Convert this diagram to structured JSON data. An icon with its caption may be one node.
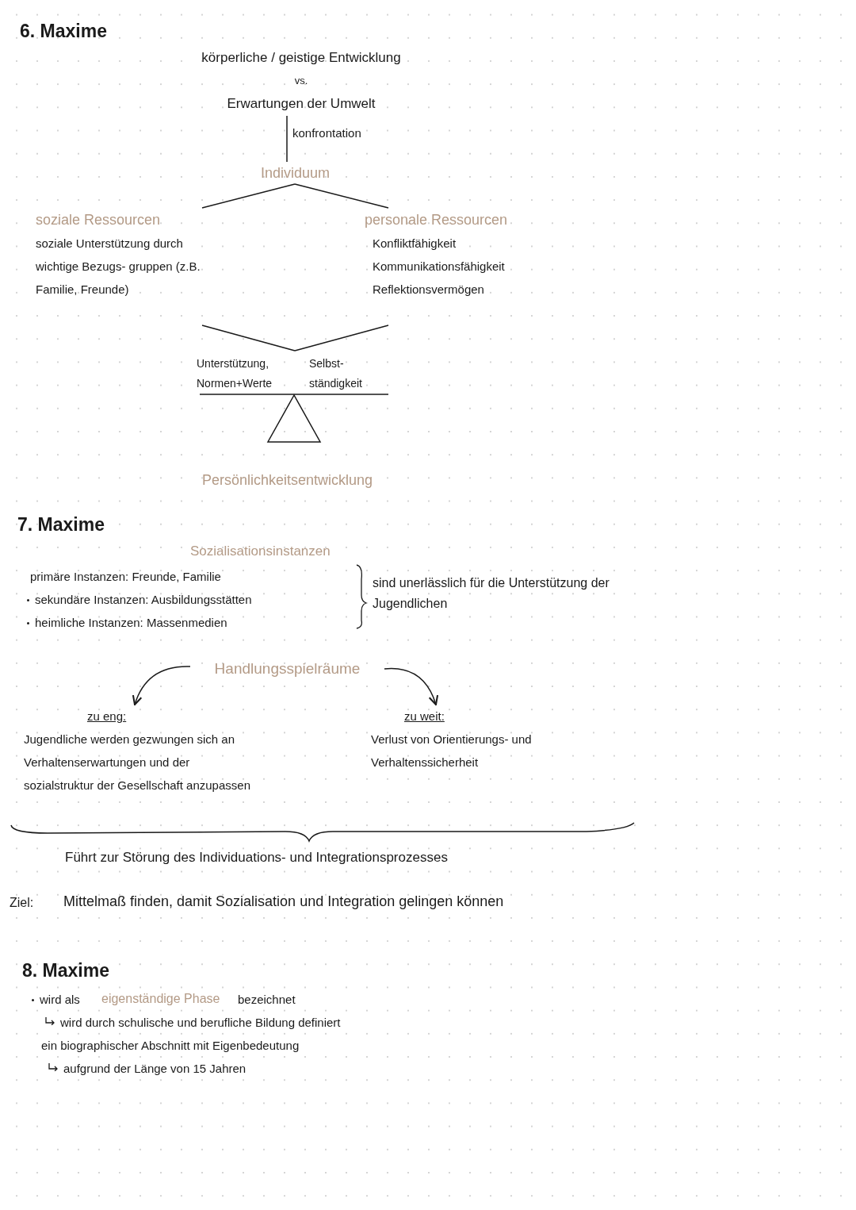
{
  "diagram": {
    "nodes": [
      {
        "text": [
          "körperliche / geistige Entwicklung",
          "vs.",
          "Erwartungen der Umwelt"
        ]
      },
      {
        "text": [
          "Individuum"
        ]
      },
      {
        "text": [
          "soziale Ressourcen",
          "soziale Unterstützung durch wichtige Bezugs- gruppen (z.B. Familie, Freunde)"
        ]
      },
      {
        "text": [
          "personale Ressourcen",
          "Konfliktfähigkeit",
          "Kommunikationsfähigkeit",
          "Reflektionsvermögen"
        ]
      },
      {
        "text": [
          "Unterstützung, Normen+Werte",
          "Selbst- ständigkeit"
        ]
      },
      {
        "text": [
          "Handlungsspielräume"
        ]
      },
      {
        "text": [
          "zu eng:",
          "Jugendliche werden gezwungen sich an Verhaltenserwartungen und der sozialstruktur der Gesellschaft anzupassen"
        ]
      },
      {
        "text": [
          "zu weit:",
          "Verlust von Orientierungs- und Verhaltenssicherheit"
        ]
      }
    ],
    "edges": [
      {
        "from": 0,
        "to": 1,
        "arrow": "none",
        "label": "konfrontation"
      },
      {
        "from": 1,
        "to": 2,
        "arrow": "none"
      },
      {
        "from": 1,
        "to": 3,
        "arrow": "none"
      },
      {
        "from": 2,
        "to": 4,
        "arrow": "none"
      },
      {
        "from": 3,
        "to": 4,
        "arrow": "none"
      },
      {
        "from": 5,
        "to": 6,
        "arrow": "to"
      },
      {
        "from": 5,
        "to": 7,
        "arrow": "to"
      }
    ],
    "labels": [
      "6. Maxime",
      "Persönlichkeitsentwicklung",
      "7. Maxime",
      "Sozialisationsinstanzen",
      "primäre Instanzen: Freunde, Familie",
      "sekundäre Instanzen: Ausbildungsstätten",
      "heimliche Instanzen: Massenmedien",
      "sind unerlässlich für die Unterstützung der Jugendlichen",
      "Führt zur Störung des Individuations- und Integrationsprozesses",
      "Ziel:",
      "Mittelmaß finden, damit Sozialisation und Integration gelingen können",
      "8. Maxime",
      "wird als",
      "eigenständige Phase",
      "bezeichnet",
      "wird durch schulische und berufliche Bildung definiert",
      "ein biographischer Abschnitt mit Eigenbedeutung",
      "aufgrund der Länge von 15 Jahren"
    ]
  }
}
